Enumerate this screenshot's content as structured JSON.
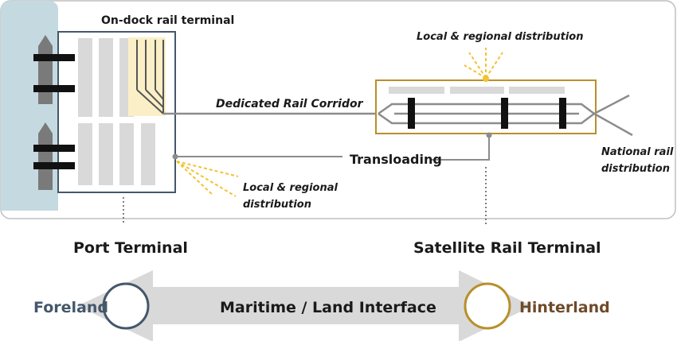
{
  "labels": {
    "on_dock": "On-dock rail terminal",
    "local_top": "Local & regional distribution",
    "corridor": "Dedicated Rail Corridor",
    "transloading": "Transloading",
    "local_bottom_1": "Local & regional",
    "local_bottom_2": "distribution",
    "national_1": "National rail",
    "national_2": "distribution",
    "port_terminal": "Port Terminal",
    "satellite_terminal": "Satellite Rail Terminal",
    "foreland": "Foreland",
    "interface": "Maritime / Land Interface",
    "hinterland": "Hinterland"
  },
  "colors": {
    "water": "#c5d9e0",
    "port_outline": "#44576b",
    "satellite_outline": "#b8902a",
    "rail_highlight": "#fbefc8",
    "sunburst": "#f2c233",
    "foreland_text": "#44576b",
    "hinterland_text": "#6e4a2a",
    "ship": "#7a7a7a",
    "storage": "#d9d9d9",
    "line": "#8c8c8c"
  }
}
